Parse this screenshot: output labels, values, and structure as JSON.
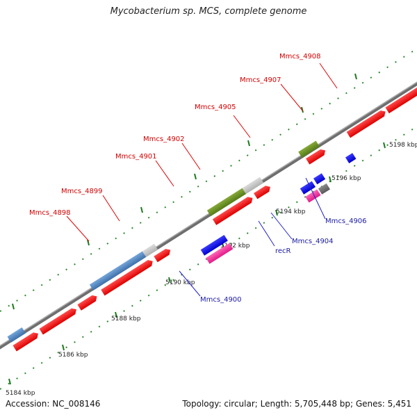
{
  "title": "Mycobacterium sp. MCS, complete genome",
  "footer": {
    "accession": "Accession: NC_008146",
    "topology": "Topology: circular; Length: 5,705,448 bp; Genes: 5,451"
  },
  "ticks": [
    "5184 kbp",
    "5186 kbp",
    "5188 kbp",
    "5190 kbp",
    "5192 kbp",
    "5194 kbp",
    "5196 kbp",
    "5198 kbp"
  ],
  "labels_top": [
    "Mmcs_4898",
    "Mmcs_4899",
    "Mmcs_4901",
    "Mmcs_4902",
    "Mmcs_4905",
    "Mmcs_4907",
    "Mmcs_4908"
  ],
  "labels_bottom": [
    "Mmcs_4900",
    "recR",
    "Mmcs_4904",
    "Mmcs_4906"
  ],
  "colors": {
    "forward_cds": "#ff0000",
    "reverse_cds": "#1a1aff",
    "rna_or_feature": "#ff3fa0",
    "blue_feature": "#4f86c6",
    "green_feature": "#6b8e23",
    "gray_feature": "#c8c8c8",
    "label_red": "#d40000",
    "label_blue": "#1a1aa0",
    "tick_green": "#1a7a1a"
  }
}
